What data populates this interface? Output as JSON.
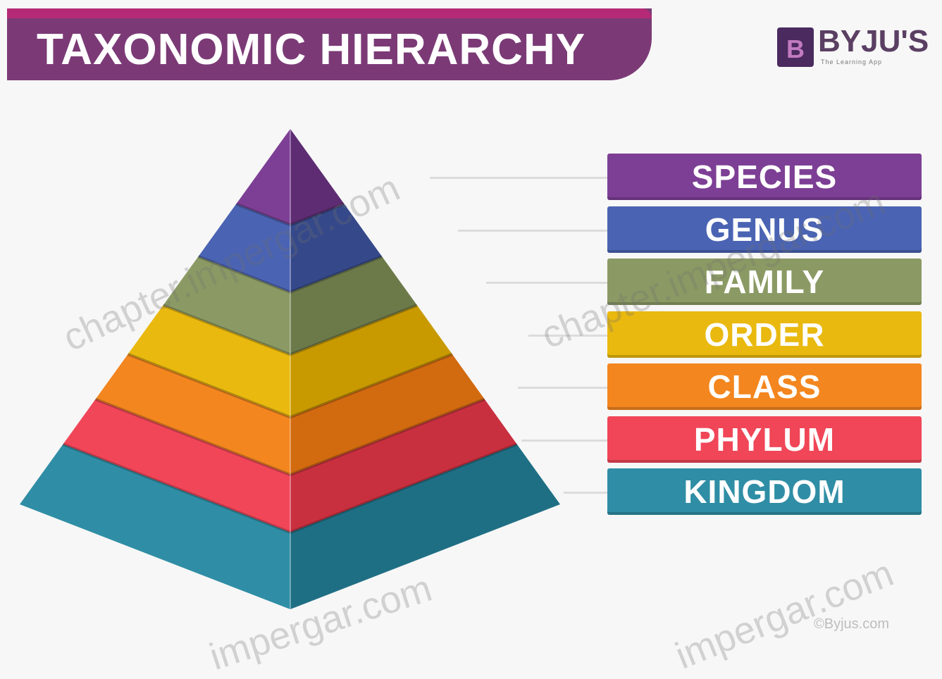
{
  "header": {
    "title": "TAXONOMIC HIERARCHY"
  },
  "logo": {
    "mark": "B",
    "name": "BYJU'S",
    "tagline": "The Learning App"
  },
  "levels": [
    {
      "label": "SPECIES",
      "color": "#7d3f95",
      "dark": "#5e2c72"
    },
    {
      "label": "GENUS",
      "color": "#4a63b3",
      "dark": "#35498a"
    },
    {
      "label": "FAMILY",
      "color": "#8b9a64",
      "dark": "#6c7a4a"
    },
    {
      "label": "ORDER",
      "color": "#e9b90f",
      "dark": "#c99a00"
    },
    {
      "label": "CLASS",
      "color": "#f3861f",
      "dark": "#d26a10"
    },
    {
      "label": "PHYLUM",
      "color": "#f04658",
      "dark": "#c9303f"
    },
    {
      "label": "KINGDOM",
      "color": "#2f8ea5",
      "dark": "#1f6f84"
    }
  ],
  "watermarks": [
    {
      "text": "chapter.impergar.com"
    },
    {
      "text": "chapter.impergar.com"
    },
    {
      "text": "impergar.com"
    },
    {
      "text": "impergar.com"
    }
  ],
  "credit": "©Byjus.com"
}
